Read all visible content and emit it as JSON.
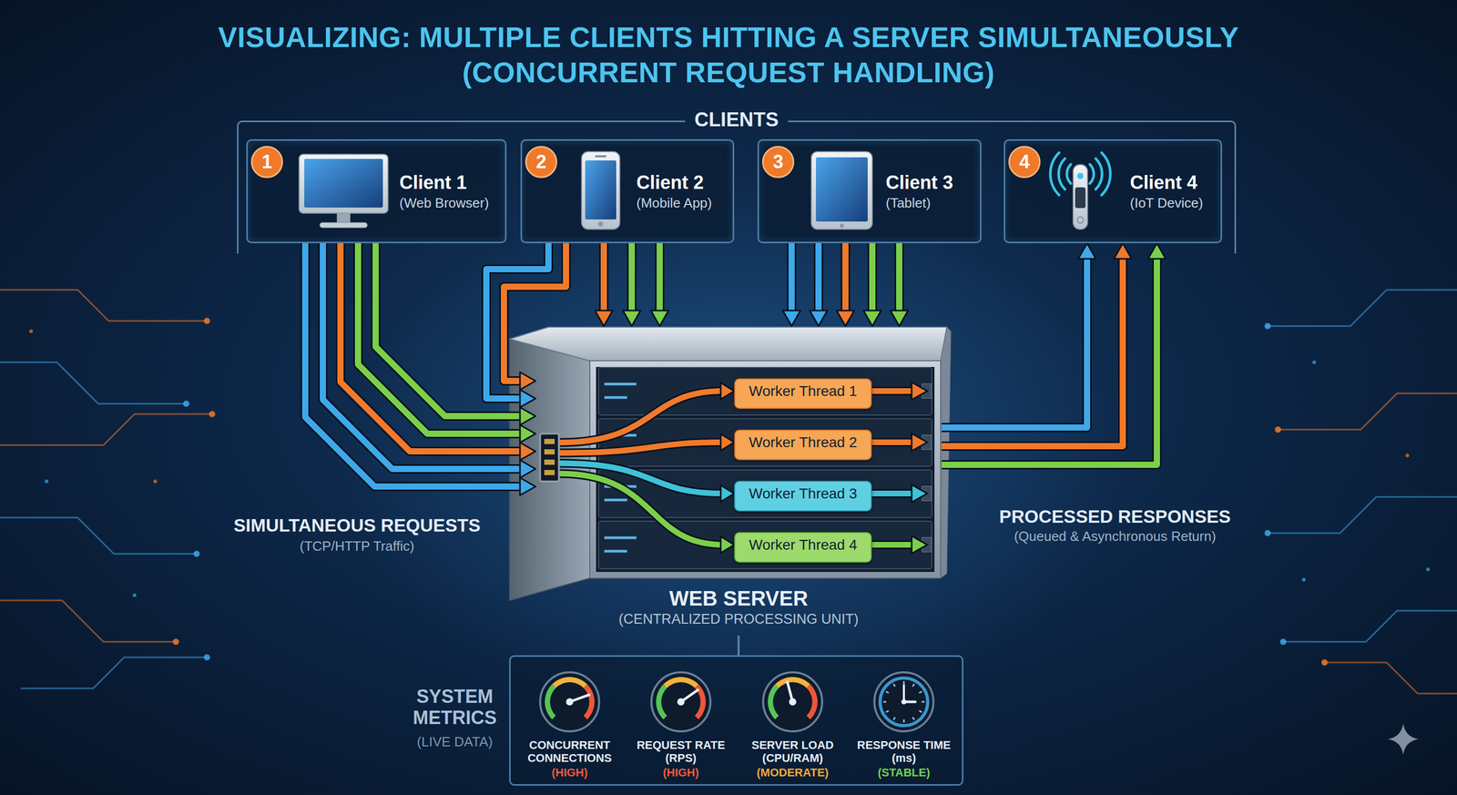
{
  "diagram": {
    "title": "VISUALIZING: MULTIPLE CLIENTS HITTING A SERVER SIMULTANEOUSLY (CONCURRENT REQUEST HANDLING)",
    "nodes": [
      {
        "text": [
          "CLIENTS"
        ]
      },
      {
        "text": [
          "Client 1",
          "(Web Browser)"
        ],
        "in": 0
      },
      {
        "text": [
          "1"
        ],
        "in": 1
      },
      {
        "text": [
          "Client 2",
          "(Mobile App)"
        ],
        "in": 0
      },
      {
        "text": [
          "2"
        ],
        "in": 3
      },
      {
        "text": [
          "Client 3",
          "(Tablet)"
        ],
        "in": 0
      },
      {
        "text": [
          "3"
        ],
        "in": 5
      },
      {
        "text": [
          "Client 4",
          "(IoT Device)"
        ],
        "in": 0
      },
      {
        "text": [
          "4"
        ],
        "in": 7
      },
      {
        "text": [
          "WEB SERVER",
          "(CENTRALIZED PROCESSING UNIT)"
        ]
      },
      {
        "text": [
          "Worker Thread 1"
        ],
        "in": 9
      },
      {
        "text": [
          "Worker Thread 2"
        ],
        "in": 9
      },
      {
        "text": [
          "Worker Thread 3"
        ],
        "in": 9
      },
      {
        "text": [
          "Worker Thread 4"
        ],
        "in": 9
      },
      {
        "text": [
          "SYSTEM METRICS",
          "(LIVE DATA)"
        ]
      },
      {
        "text": [
          "CONCURRENT CONNECTIONS",
          "(HIGH)"
        ],
        "in": 14
      },
      {
        "text": [
          "REQUEST RATE (RPS)",
          "(HIGH)"
        ],
        "in": 14
      },
      {
        "text": [
          "SERVER LOAD (CPU/RAM)",
          "(MODERATE)"
        ],
        "in": 14
      },
      {
        "text": [
          "RESPONSE TIME (ms)",
          "(STABLE)"
        ],
        "in": 14
      }
    ],
    "edges": [
      {
        "from": 1,
        "to": 9,
        "arrow": "to"
      },
      {
        "from": 1,
        "to": 9,
        "arrow": "to"
      },
      {
        "from": 1,
        "to": 9,
        "arrow": "to"
      },
      {
        "from": 1,
        "to": 9,
        "arrow": "to"
      },
      {
        "from": 1,
        "to": 9,
        "arrow": "to"
      },
      {
        "from": 3,
        "to": 9,
        "arrow": "to"
      },
      {
        "from": 3,
        "to": 9,
        "arrow": "to"
      },
      {
        "from": 3,
        "to": 9,
        "arrow": "to"
      },
      {
        "from": 3,
        "to": 9,
        "arrow": "to"
      },
      {
        "from": 3,
        "to": 9,
        "arrow": "to"
      },
      {
        "from": 5,
        "to": 9,
        "arrow": "to"
      },
      {
        "from": 5,
        "to": 9,
        "arrow": "to"
      },
      {
        "from": 5,
        "to": 9,
        "arrow": "to"
      },
      {
        "from": 5,
        "to": 9,
        "arrow": "to"
      },
      {
        "from": 5,
        "to": 9,
        "arrow": "to"
      },
      {
        "from": 9,
        "to": 7,
        "arrow": "to"
      },
      {
        "from": 9,
        "to": 7,
        "arrow": "to"
      },
      {
        "from": 9,
        "to": 7,
        "arrow": "to"
      },
      {
        "from": 9,
        "to": 14,
        "arrow": "none"
      }
    ],
    "labels": [
      "SIMULTANEOUS REQUESTS",
      "(TCP/HTTP Traffic)",
      "PROCESSED RESPONSES",
      "(Queued & Asynchronous Return)"
    ]
  }
}
